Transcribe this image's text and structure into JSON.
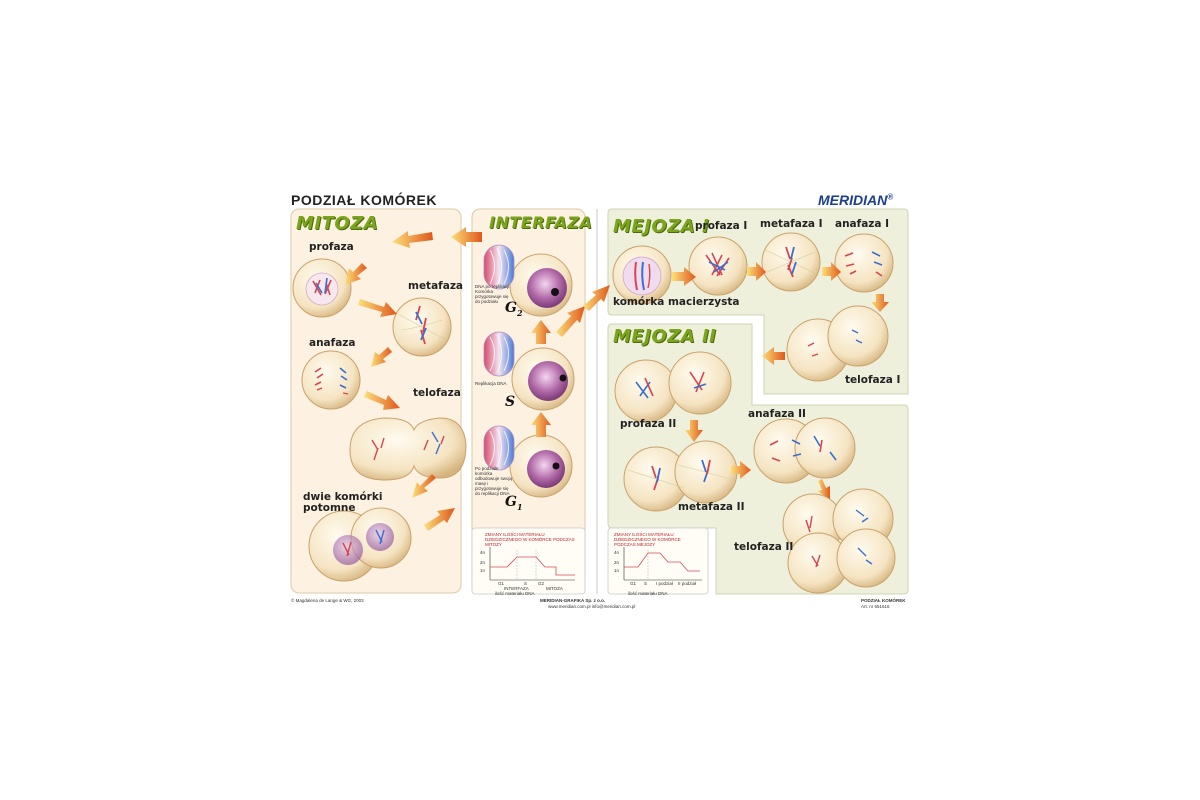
{
  "header": {
    "title": "PODZIAŁ KOMÓREK",
    "brand": "MERIDIAN",
    "brand_mark": "®"
  },
  "sections": {
    "mitoza": "MITOZA",
    "interfaza": "INTERFAZA",
    "mejoza1": "MEJOZA I",
    "mejoza2": "MEJOZA II"
  },
  "mitoza_labels": {
    "profaza": "profaza",
    "metafaza": "metafaza",
    "anafaza": "anafaza",
    "telofaza": "telofaza",
    "daughters_line1": "dwie komórki",
    "daughters_line2": "potomne"
  },
  "interfaza_labels": {
    "g2": "G",
    "g2_sub": "2",
    "s": "S",
    "g1": "G",
    "g1_sub": "1",
    "note_g2": "DNA po replikacji. Komórka przygotowuje się do podziału",
    "note_s": "Replikacja DNA",
    "note_g1": "Po podziale komórka odbudowuje swoją masę i przygotowuje się do replikacji DNA"
  },
  "mejoza1_labels": {
    "profaza": "profaza I",
    "metafaza": "metafaza I",
    "anafaza": "anafaza I",
    "telofaza": "telofaza I",
    "mother": "komórka macierzysta"
  },
  "mejoza2_labels": {
    "profaza": "profaza II",
    "metafaza": "metafaza II",
    "anafaza": "anafaza II",
    "telofaza": "telofaza II"
  },
  "graph_mitosis": {
    "caption": "ZMIANY ILOŚCI MATERIAŁU DZIEDZICZNEGO W KOMÓRCE PODCZAS MITOZY",
    "y_ticks": [
      "4n",
      "2n",
      "1n"
    ],
    "x_labels": [
      "G1",
      "S",
      "G2"
    ],
    "phase1": "INTERFAZA",
    "phase2": "MITOZA",
    "legend": "ilość materiału DNA"
  },
  "graph_meiosis": {
    "caption": "ZMIANY ILOŚCI MATERIAŁU DZIEDZICZNEGO W KOMÓRCE PODCZAS MEJOZY",
    "y_ticks": [
      "4n",
      "2n",
      "1n"
    ],
    "x_labels": [
      "G1",
      "S",
      "I podział",
      "II podział"
    ],
    "legend": "ilość materiału DNA"
  },
  "footer": {
    "copyright": "© Magdalena de Lange & WG, 2003",
    "publisher": "MERIDIAN-GRAFIKA Sp. z o.o.",
    "contact": "www.meridian.com.pl  info@meridian.com.pl",
    "product": "PODZIAŁ KOMÓREK",
    "art": "Art. nr 651616"
  }
}
